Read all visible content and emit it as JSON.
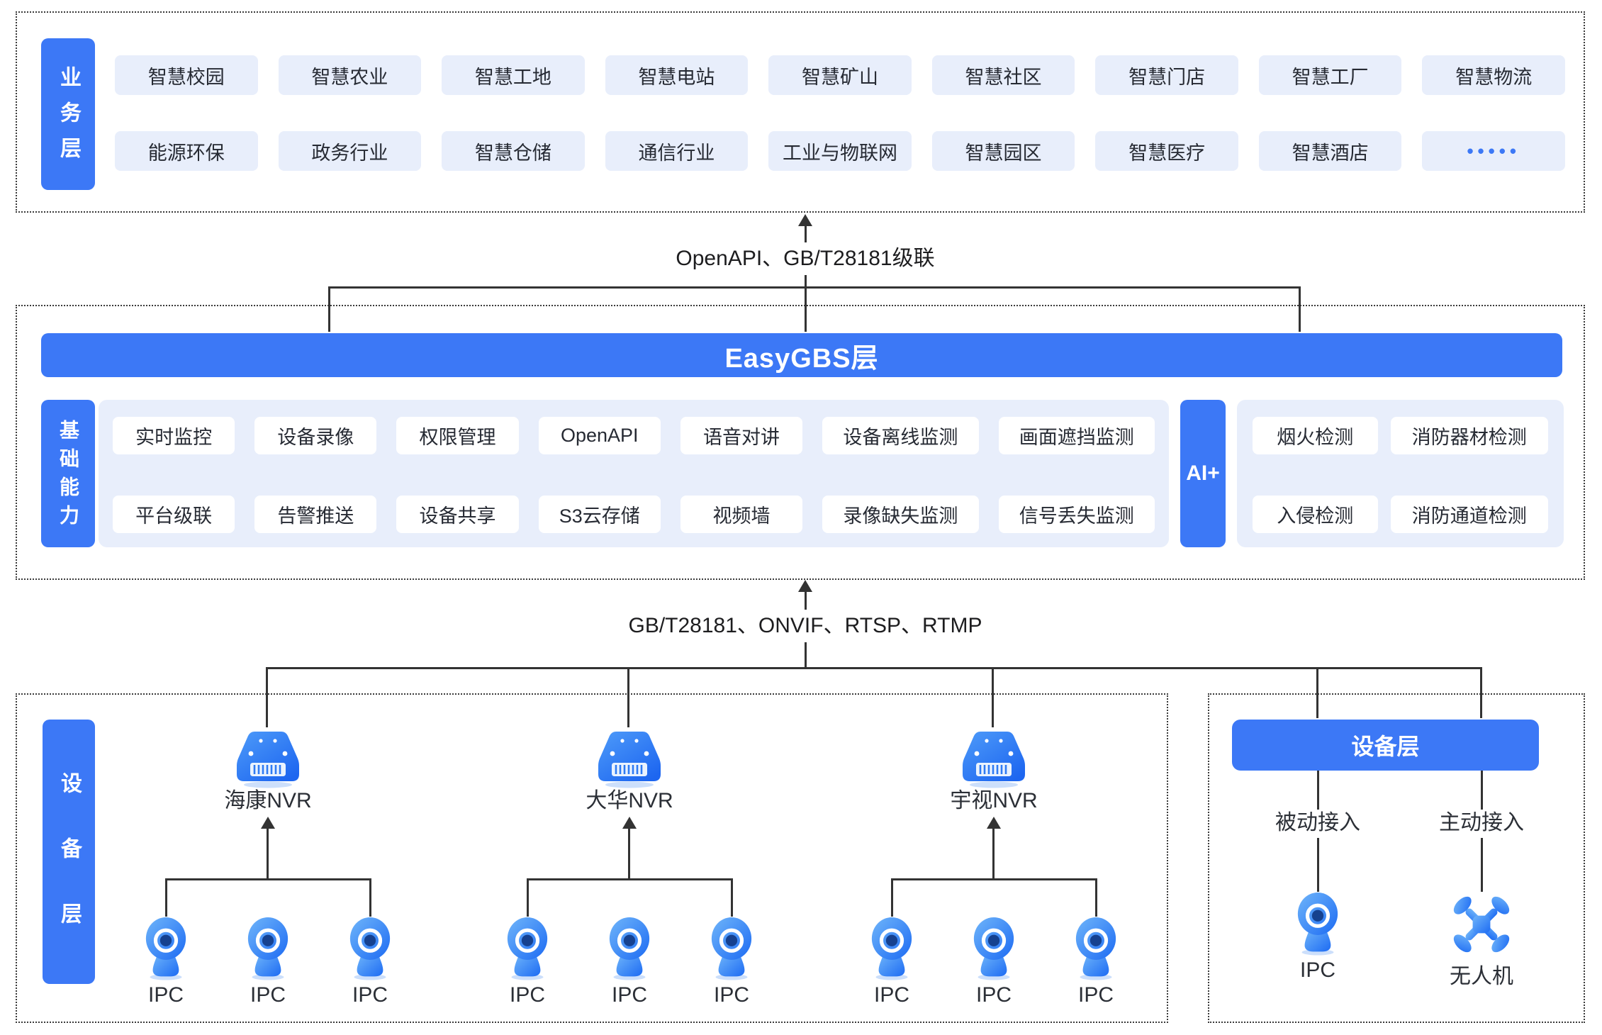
{
  "colors": {
    "primary_blue": "#3C78F6",
    "panel_blue": "#E8EEFB",
    "line": "#333333",
    "text_dark": "#262A33"
  },
  "business_layer": {
    "label": "业务层",
    "row1": [
      "智慧校园",
      "智慧农业",
      "智慧工地",
      "智慧电站",
      "智慧矿山",
      "智慧社区",
      "智慧门店",
      "智慧工厂",
      "智慧物流"
    ],
    "row2": [
      "能源环保",
      "政务行业",
      "智慧仓储",
      "通信行业",
      "工业与物联网",
      "智慧园区",
      "智慧医疗",
      "智慧酒店",
      "•••••"
    ]
  },
  "connectors": {
    "top_label": "OpenAPI、GB/T28181级联",
    "bottom_label": "GB/T28181、ONVIF、RTSP、RTMP"
  },
  "easygbs_layer": {
    "title": "EasyGBS层"
  },
  "capabilities": {
    "label": "基础能力",
    "row1": [
      "实时监控",
      "设备录像",
      "权限管理",
      "OpenAPI",
      "语音对讲",
      "设备离线监测",
      "画面遮挡监测"
    ],
    "row2": [
      "平台级联",
      "告警推送",
      "设备共享",
      "S3云存储",
      "视频墙",
      "录像缺失监测",
      "信号丢失监测"
    ]
  },
  "ai_plus": {
    "label": "AI+",
    "row1": [
      "烟火检测",
      "消防器材检测"
    ],
    "row2": [
      "入侵检测",
      "消防通道检测"
    ]
  },
  "device_layer": {
    "label": "设备层",
    "nvr_groups": [
      {
        "name": "海康NVR",
        "ipcs": [
          "IPC",
          "IPC",
          "IPC"
        ]
      },
      {
        "name": "大华NVR",
        "ipcs": [
          "IPC",
          "IPC",
          "IPC"
        ]
      },
      {
        "name": "宇视NVR",
        "ipcs": [
          "IPC",
          "IPC",
          "IPC"
        ]
      }
    ]
  },
  "access_panel": {
    "header": "设备层",
    "columns": [
      {
        "access": "被动接入",
        "device": "IPC"
      },
      {
        "access": "主动接入",
        "device": "无人机"
      }
    ]
  }
}
